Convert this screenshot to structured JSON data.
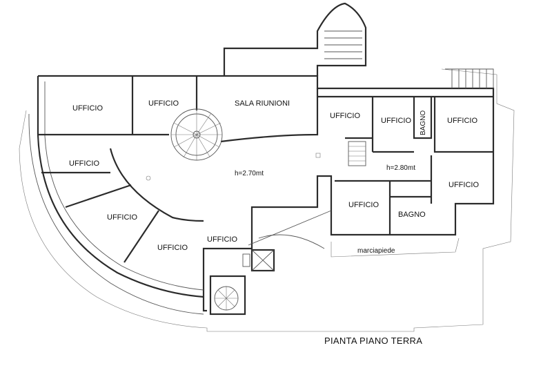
{
  "drawing": {
    "title": "PIANTA PIANO TERRA",
    "ceiling_height_main": "h=2.70mt",
    "ceiling_height_right": "h=2.80mt",
    "sidewalk_label": "marciapiede"
  },
  "rooms": [
    {
      "key": "ufficio_nw",
      "label": "UFFICIO"
    },
    {
      "key": "ufficio_n2",
      "label": "UFFICIO"
    },
    {
      "key": "sala_riunioni",
      "label": "SALA RIUNIONI"
    },
    {
      "key": "ufficio_n3",
      "label": "UFFICIO"
    },
    {
      "key": "ufficio_n4",
      "label": "UFFICIO"
    },
    {
      "key": "bagno_1",
      "label": "BAGNO"
    },
    {
      "key": "ufficio_ne",
      "label": "UFFICIO"
    },
    {
      "key": "ufficio_w1",
      "label": "UFFICIO"
    },
    {
      "key": "ufficio_w2",
      "label": "UFFICIO"
    },
    {
      "key": "ufficio_s1",
      "label": "UFFICIO"
    },
    {
      "key": "ufficio_s2",
      "label": "UFFICIO"
    },
    {
      "key": "ufficio_c",
      "label": "UFFICIO"
    },
    {
      "key": "bagno_2",
      "label": "BAGNO"
    },
    {
      "key": "ufficio_e",
      "label": "UFFICIO"
    }
  ]
}
